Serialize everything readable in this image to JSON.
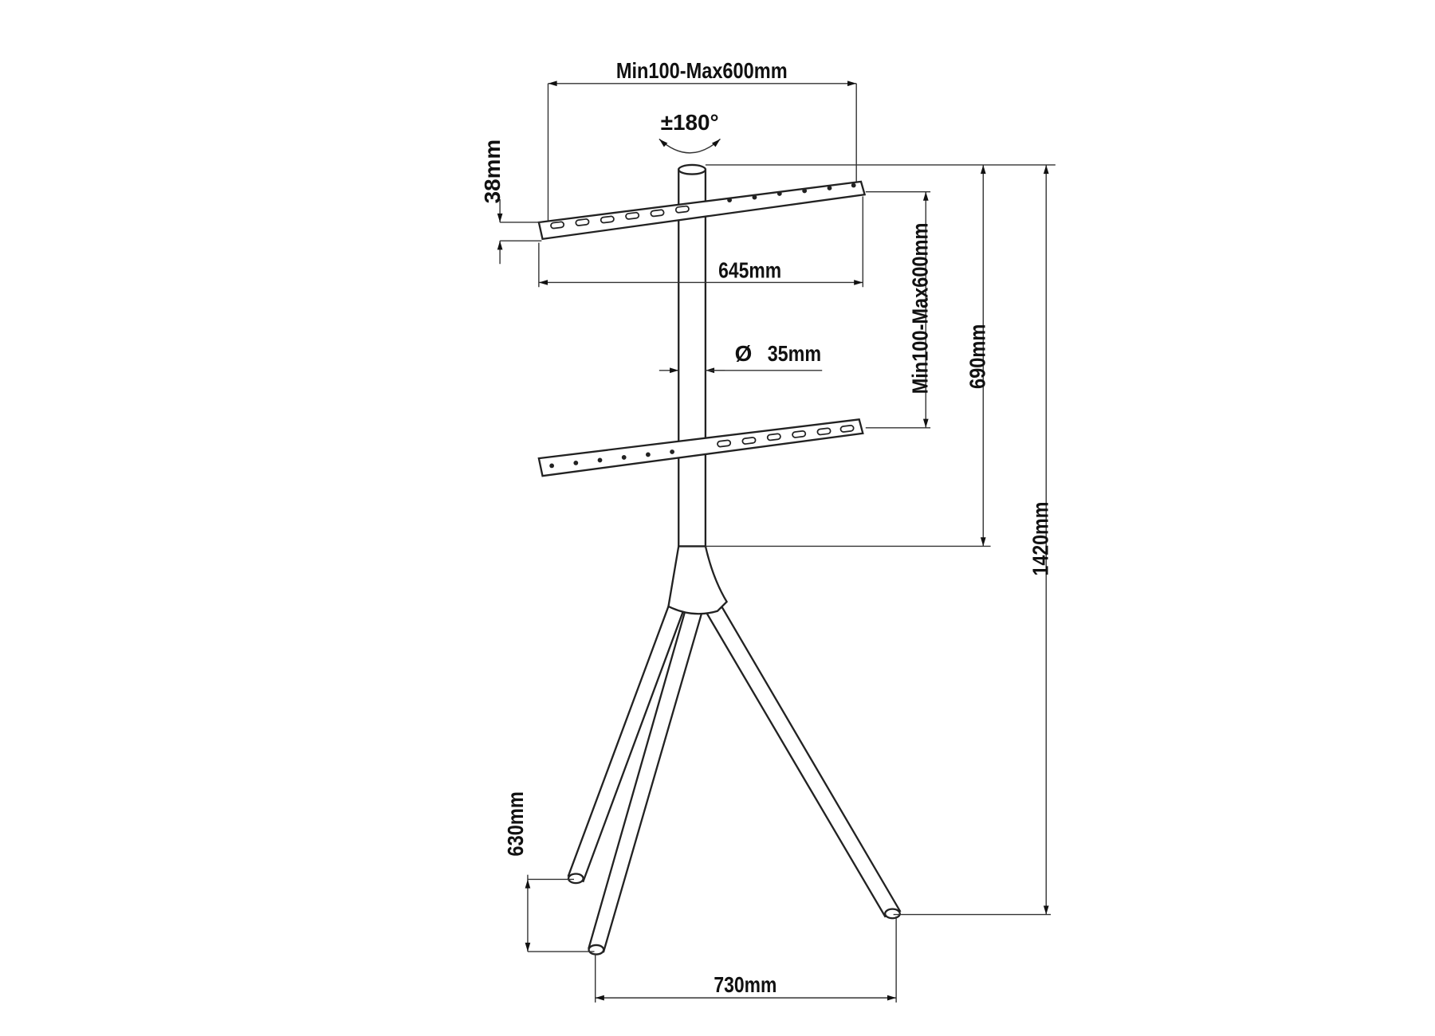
{
  "title": "TV floor stand dimension drawing",
  "dimensions": {
    "vesa_width": "Min100-Max600mm",
    "rotation": "±180°",
    "bracket_height": "38mm",
    "bracket_length": "645mm",
    "pole_diameter_symbol": "Ø",
    "pole_diameter": "35mm",
    "vesa_height": "Min100-Max600mm",
    "pole_height": "690mm",
    "total_height": "1420mm",
    "leg_depth": "630mm",
    "base_width": "730mm"
  },
  "colors": {
    "line": "#222222",
    "background": "#ffffff"
  }
}
